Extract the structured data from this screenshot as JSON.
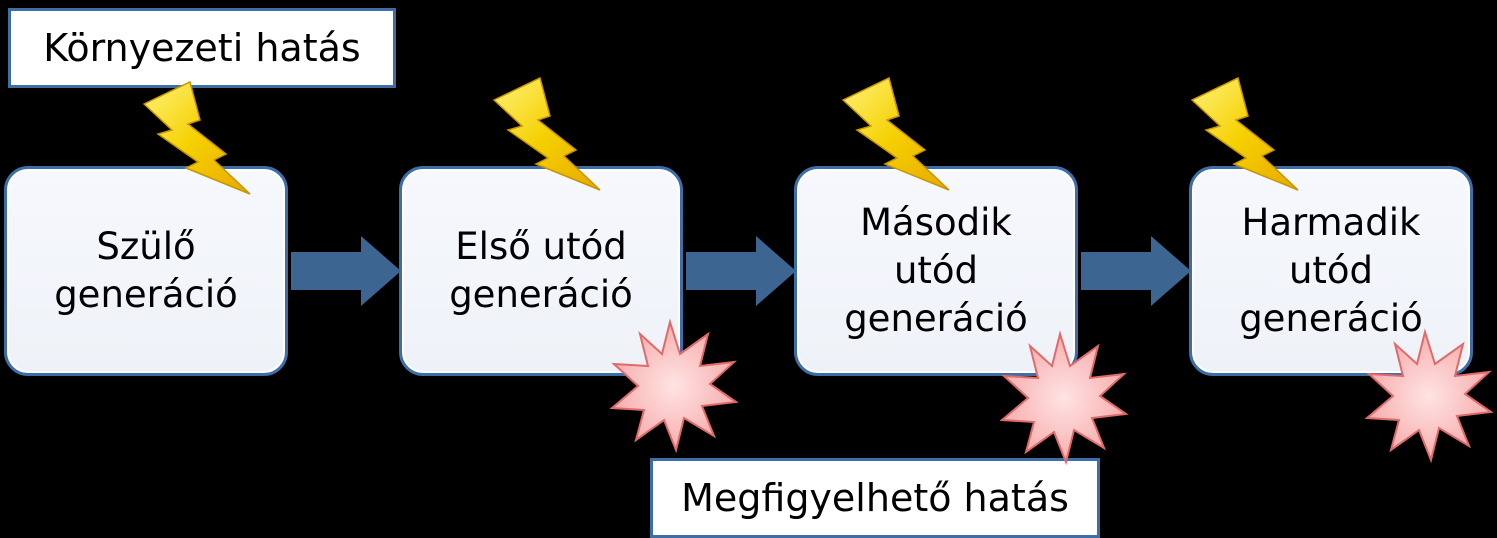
{
  "environment_label": "Környezeti hatás",
  "observable_label": "Megfigyelhető hatás",
  "generations": [
    {
      "lines": [
        "Szülő",
        "generáció"
      ]
    },
    {
      "lines": [
        "Első utód",
        "generáció"
      ]
    },
    {
      "lines": [
        "Második",
        "utód",
        "generáció"
      ]
    },
    {
      "lines": [
        "Harmadik",
        "utód",
        "generáció"
      ]
    }
  ],
  "colors": {
    "background": "#000000",
    "box_border": "#3d6ea8",
    "arrow": "#3d6591",
    "lightning": "#f5d000",
    "burst_fill": "#f9c3c3",
    "burst_stroke": "#e06a6a"
  },
  "icons": [
    "lightning-icon",
    "burst-icon",
    "arrow-right-icon"
  ]
}
